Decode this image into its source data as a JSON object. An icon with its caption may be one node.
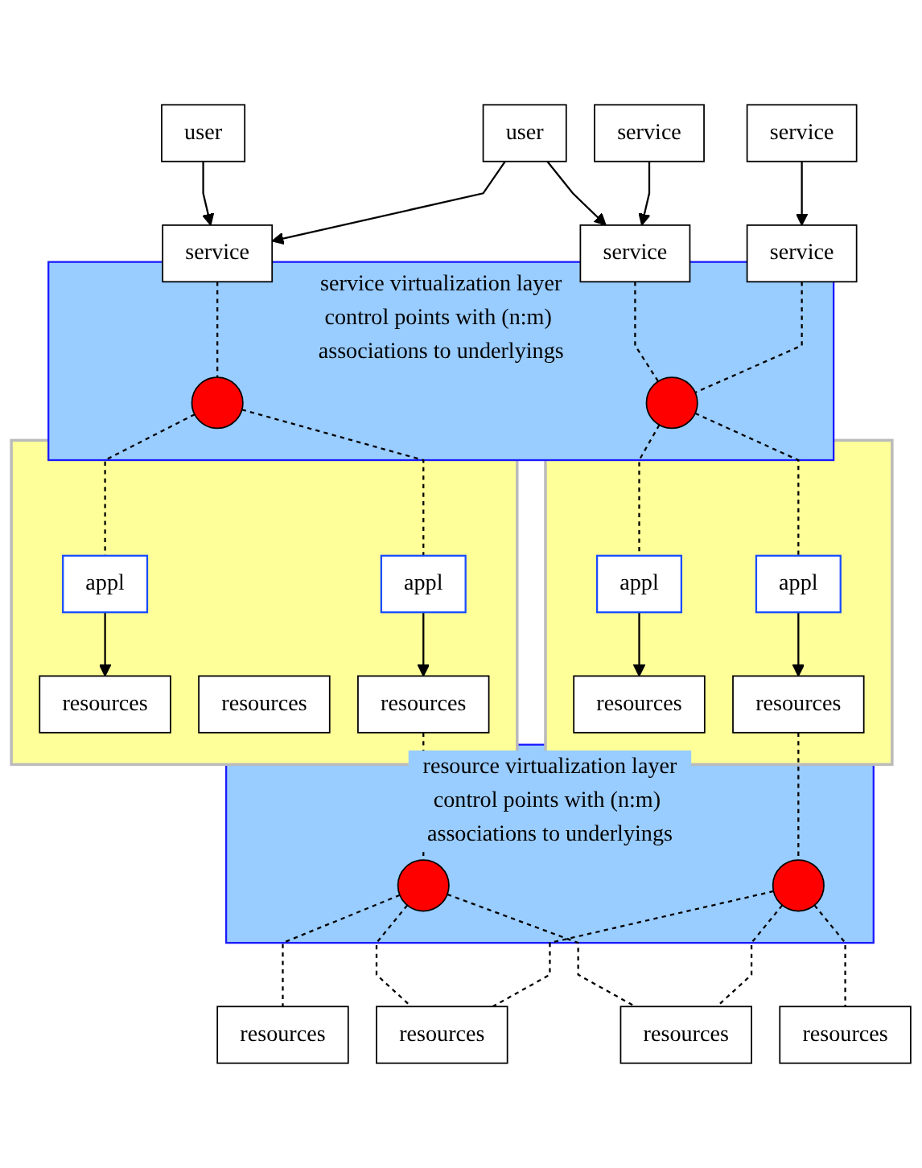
{
  "diagram": {
    "nodes": [
      {
        "text": [
          "user"
        ]
      },
      {
        "text": [
          "user"
        ]
      },
      {
        "text": [
          "service"
        ]
      },
      {
        "text": [
          "service"
        ]
      },
      {
        "text": [
          "service"
        ]
      },
      {
        "text": [
          "service"
        ]
      },
      {
        "text": [
          "service"
        ]
      },
      {
        "text": [
          "service virtualization layer",
          "control points with (n:m) associations to underlyings"
        ]
      },
      {
        "text": [],
        "shape": "circle",
        "in": 7
      },
      {
        "text": [],
        "shape": "circle",
        "in": 7
      },
      {
        "text": [],
        "shape": "box"
      },
      {
        "text": [
          "appl"
        ],
        "in": 10
      },
      {
        "text": [
          "appl"
        ],
        "in": 10
      },
      {
        "text": [
          "resources"
        ],
        "in": 10
      },
      {
        "text": [
          "resources"
        ],
        "in": 10
      },
      {
        "text": [
          "resources"
        ],
        "in": 10
      },
      {
        "text": [],
        "shape": "box"
      },
      {
        "text": [
          "appl"
        ],
        "in": 16
      },
      {
        "text": [
          "appl"
        ],
        "in": 16
      },
      {
        "text": [
          "resources"
        ],
        "in": 16
      },
      {
        "text": [
          "resources"
        ],
        "in": 16
      },
      {
        "text": [
          "resource virtualization layer",
          "control points with (n:m) associations to underlyings"
        ]
      },
      {
        "text": [],
        "shape": "circle",
        "in": 21
      },
      {
        "text": [],
        "shape": "circle",
        "in": 21
      },
      {
        "text": [
          "resources"
        ]
      },
      {
        "text": [
          "resources"
        ]
      },
      {
        "text": [
          "resources"
        ]
      },
      {
        "text": [
          "resources"
        ]
      }
    ],
    "edges": [
      {
        "from": 0,
        "to": 4,
        "arrow": "to"
      },
      {
        "from": 1,
        "to": 4,
        "arrow": "to"
      },
      {
        "from": 1,
        "to": 5,
        "arrow": "to"
      },
      {
        "from": 2,
        "to": 5,
        "arrow": "to"
      },
      {
        "from": 3,
        "to": 6,
        "arrow": "to"
      },
      {
        "from": 4,
        "to": 8,
        "arrow": "none",
        "style": "dashed"
      },
      {
        "from": 5,
        "to": 9,
        "arrow": "none",
        "style": "dashed"
      },
      {
        "from": 6,
        "to": 9,
        "arrow": "none",
        "style": "dashed"
      },
      {
        "from": 8,
        "to": 11,
        "arrow": "none",
        "style": "dashed"
      },
      {
        "from": 8,
        "to": 12,
        "arrow": "none",
        "style": "dashed"
      },
      {
        "from": 9,
        "to": 17,
        "arrow": "none",
        "style": "dashed"
      },
      {
        "from": 9,
        "to": 18,
        "arrow": "none",
        "style": "dashed"
      },
      {
        "from": 11,
        "to": 13,
        "arrow": "to"
      },
      {
        "from": 12,
        "to": 15,
        "arrow": "to"
      },
      {
        "from": 17,
        "to": 19,
        "arrow": "to"
      },
      {
        "from": 18,
        "to": 20,
        "arrow": "to"
      },
      {
        "from": 15,
        "to": 22,
        "arrow": "none",
        "style": "dashed"
      },
      {
        "from": 20,
        "to": 23,
        "arrow": "none",
        "style": "dashed"
      },
      {
        "from": 22,
        "to": 24,
        "arrow": "none",
        "style": "dashed"
      },
      {
        "from": 22,
        "to": 25,
        "arrow": "none",
        "style": "dashed"
      },
      {
        "from": 22,
        "to": 26,
        "arrow": "none",
        "style": "dashed"
      },
      {
        "from": 23,
        "to": 25,
        "arrow": "none",
        "style": "dashed"
      },
      {
        "from": 23,
        "to": 26,
        "arrow": "none",
        "style": "dashed"
      },
      {
        "from": 23,
        "to": 27,
        "arrow": "none",
        "style": "dashed"
      }
    ]
  }
}
